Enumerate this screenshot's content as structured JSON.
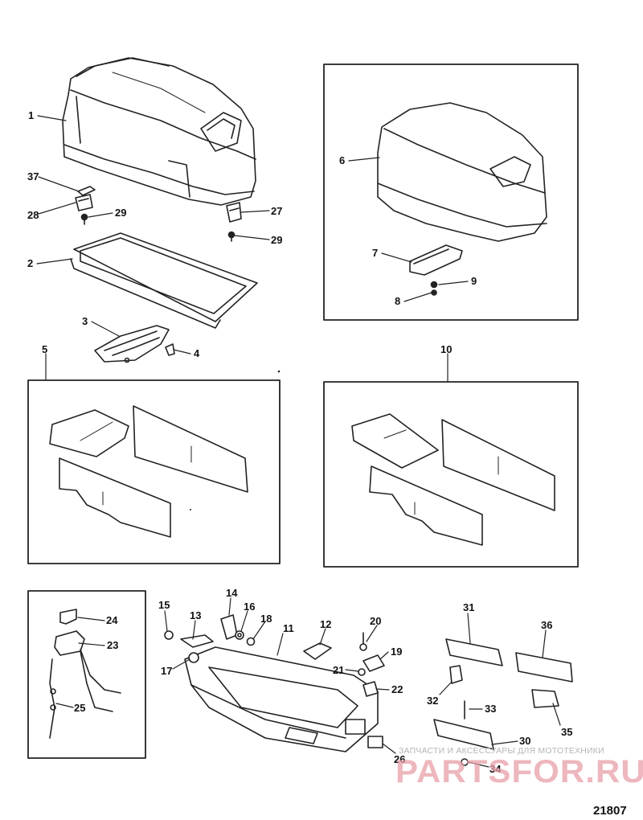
{
  "diagram": {
    "figure_number": "21807",
    "watermark_caption": "ЗАПЧАСТИ И АКСЕССУАРЫ ДЛЯ МОТОТЕХНИКИ",
    "watermark_logo": "PARTSFOR.RU",
    "callouts": [
      {
        "id": "1",
        "label": "1"
      },
      {
        "id": "2",
        "label": "2"
      },
      {
        "id": "3",
        "label": "3"
      },
      {
        "id": "4",
        "label": "4"
      },
      {
        "id": "5",
        "label": "5"
      },
      {
        "id": "6",
        "label": "6"
      },
      {
        "id": "7",
        "label": "7"
      },
      {
        "id": "8",
        "label": "8"
      },
      {
        "id": "9",
        "label": "9"
      },
      {
        "id": "10",
        "label": "10"
      },
      {
        "id": "11",
        "label": "11"
      },
      {
        "id": "12",
        "label": "12"
      },
      {
        "id": "13",
        "label": "13"
      },
      {
        "id": "14",
        "label": "14"
      },
      {
        "id": "15",
        "label": "15"
      },
      {
        "id": "16",
        "label": "16"
      },
      {
        "id": "17",
        "label": "17"
      },
      {
        "id": "18",
        "label": "18"
      },
      {
        "id": "19",
        "label": "19"
      },
      {
        "id": "20",
        "label": "20"
      },
      {
        "id": "21",
        "label": "21"
      },
      {
        "id": "22",
        "label": "22"
      },
      {
        "id": "23",
        "label": "23"
      },
      {
        "id": "24",
        "label": "24"
      },
      {
        "id": "25",
        "label": "25"
      },
      {
        "id": "26",
        "label": "26"
      },
      {
        "id": "27",
        "label": "27"
      },
      {
        "id": "28",
        "label": "28"
      },
      {
        "id": "29a",
        "label": "29"
      },
      {
        "id": "29b",
        "label": "29"
      },
      {
        "id": "30",
        "label": "30"
      },
      {
        "id": "31",
        "label": "31"
      },
      {
        "id": "32",
        "label": "32"
      },
      {
        "id": "33",
        "label": "33"
      },
      {
        "id": "34",
        "label": "34"
      },
      {
        "id": "35",
        "label": "35"
      },
      {
        "id": "36",
        "label": "36"
      },
      {
        "id": "37",
        "label": "37"
      }
    ]
  }
}
